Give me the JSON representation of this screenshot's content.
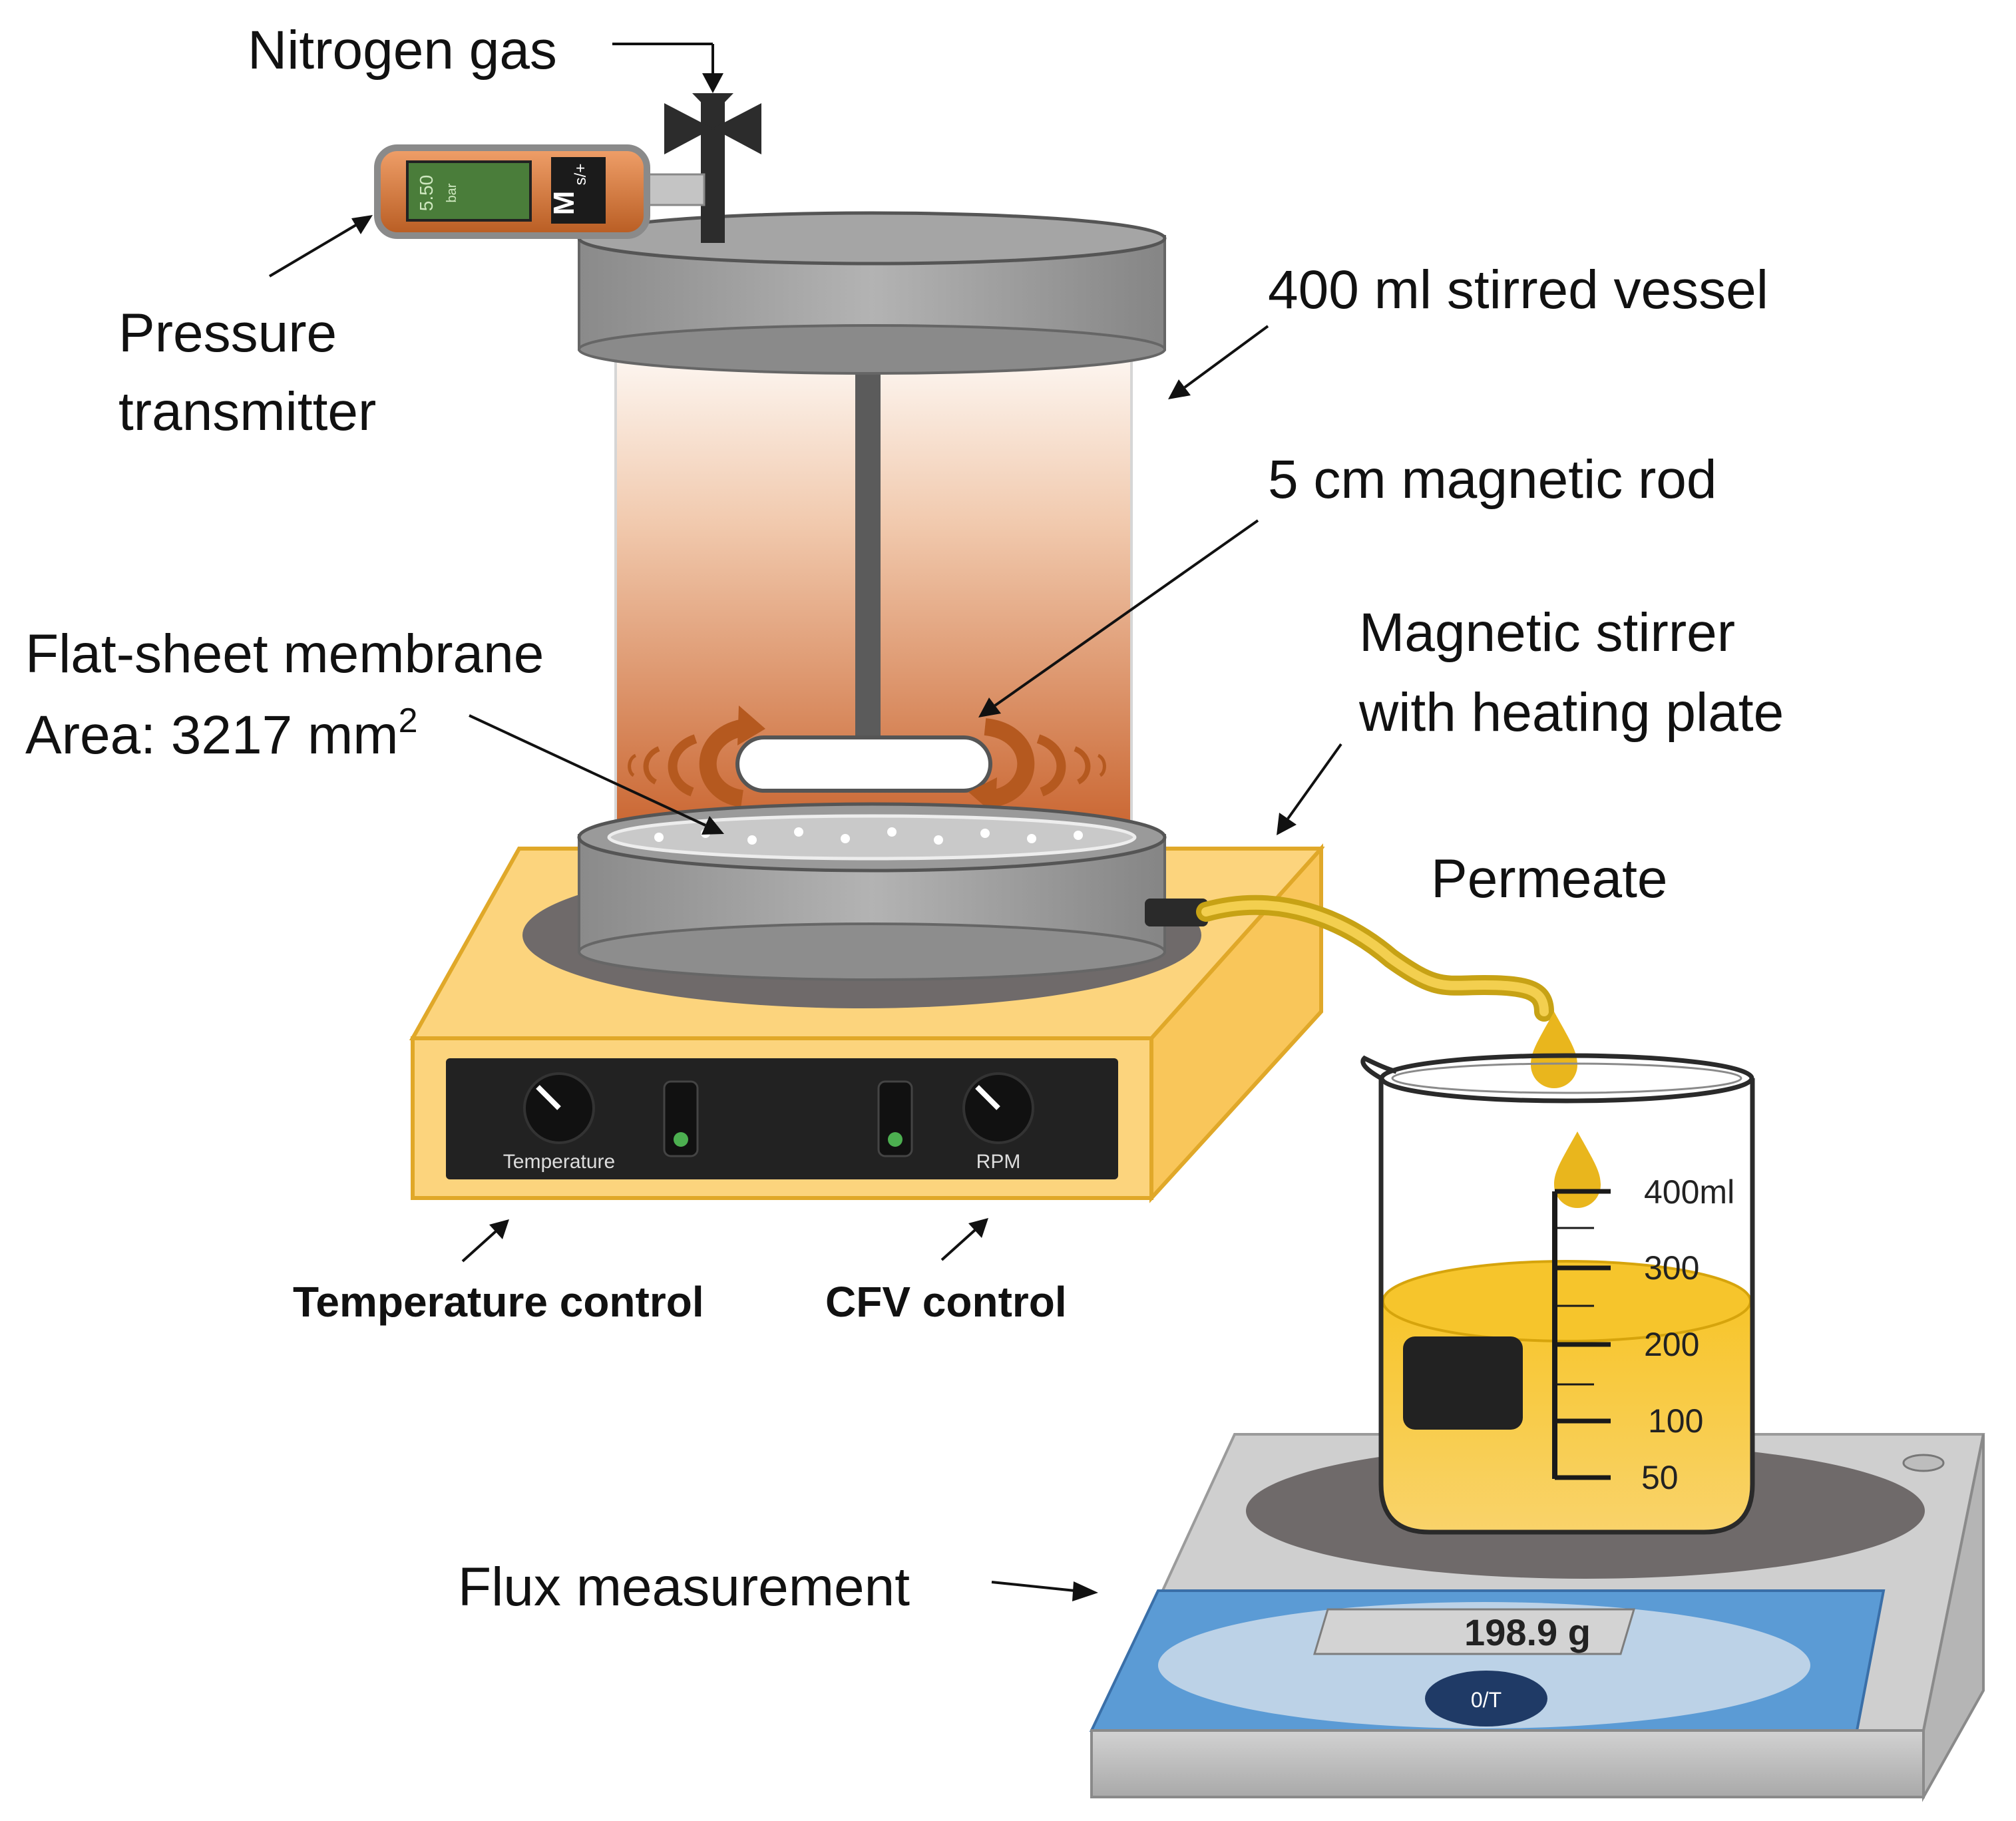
{
  "labels": {
    "nitrogen_gas": "Nitrogen gas",
    "pressure_transmitter_line1": "Pressure",
    "pressure_transmitter_line2": "transmitter",
    "stirred_vessel": "400 ml stirred vessel",
    "magnetic_rod": "5 cm magnetic rod",
    "membrane_line1": "Flat-sheet membrane",
    "membrane_line2": "Area: 3217 mm",
    "membrane_superscript": "2",
    "stirrer_line1": "Magnetic stirrer",
    "stirrer_line2": "with heating plate",
    "permeate": "Permeate",
    "temperature_control": "Temperature control",
    "cfv_control": "CFV control",
    "flux_measurement": "Flux measurement"
  },
  "stirrer_panel": {
    "knob_left_label": "Temperature",
    "knob_right_label": "RPM"
  },
  "pressure_display": {
    "value": "5.50",
    "unit": "bar",
    "brand": "M",
    "side_text": "s/+"
  },
  "beaker_scale": [
    "400ml",
    "300",
    "200",
    "100",
    "50"
  ],
  "balance": {
    "reading": "198.9 g",
    "button": "0/T"
  },
  "colors": {
    "permeate": "#f5c518",
    "vessel_gradient_top": "#fbf3ec",
    "vessel_gradient_bottom": "#c9602a",
    "stirrer_body": "#fcd47d",
    "balance_top": "#5b9bd5"
  }
}
